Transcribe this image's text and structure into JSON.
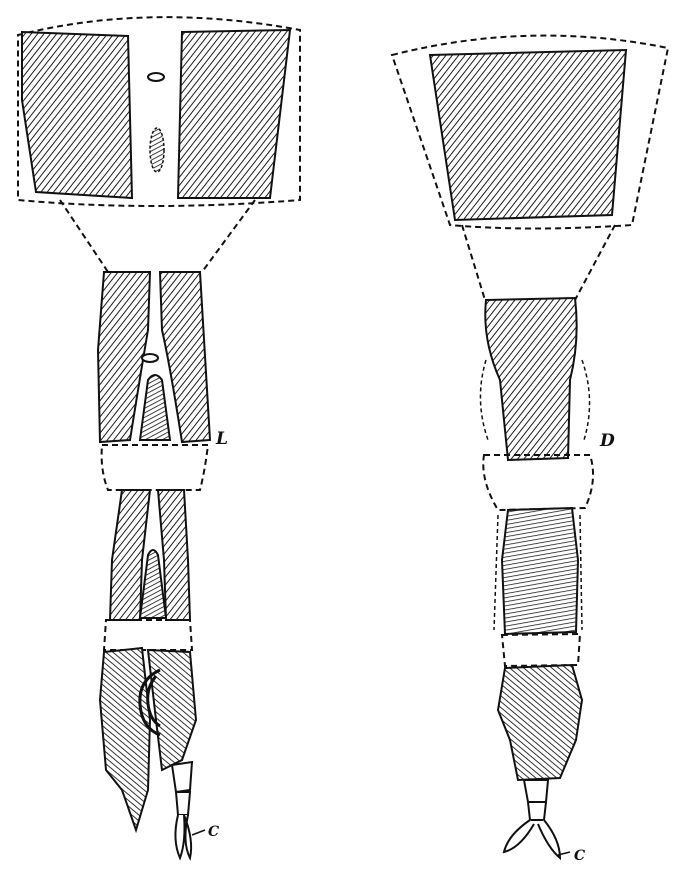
{
  "figure": {
    "colors": {
      "ink": "#111111",
      "paper": "#ffffff"
    },
    "views": [
      {
        "name": "left-view",
        "letter": "L",
        "tip_letter": "C"
      },
      {
        "name": "right-view",
        "letter": "D",
        "tip_letter": "C"
      }
    ]
  }
}
